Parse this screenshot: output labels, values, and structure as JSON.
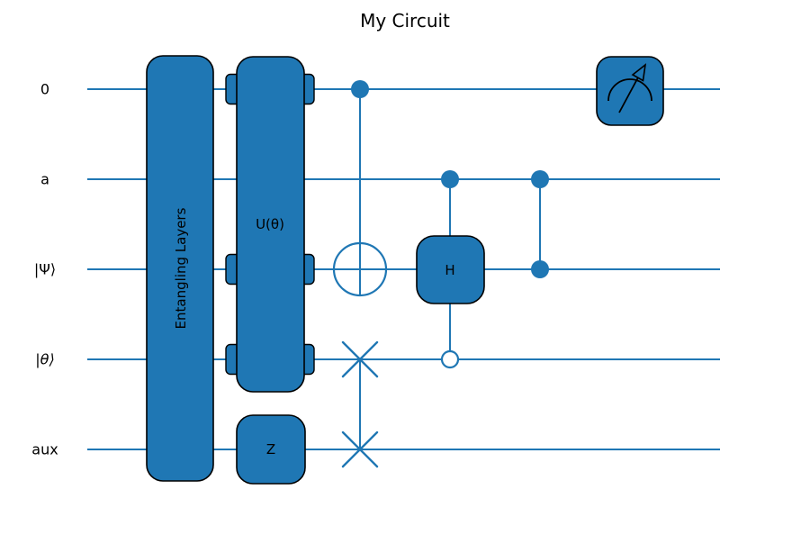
{
  "colors": {
    "accent": "#1f77b4",
    "outline": "#000000",
    "background": "#ffffff"
  },
  "circuit": {
    "title": "My Circuit",
    "wires": [
      {
        "label": "0"
      },
      {
        "label": "a"
      },
      {
        "label": "|Ψ⟩"
      },
      {
        "label": "|θ⟩"
      },
      {
        "label": "aux"
      }
    ],
    "gates": {
      "entangling": {
        "type": "multi-qubit-box",
        "label": "Entangling Layers",
        "wires": [
          "0",
          "a",
          "|Ψ⟩",
          "|θ⟩",
          "aux"
        ]
      },
      "u_theta": {
        "type": "multi-qubit-box",
        "label": "U(θ)",
        "wires": [
          "0",
          "|Ψ⟩",
          "|θ⟩"
        ]
      },
      "z": {
        "type": "single-qubit-box",
        "label": "Z",
        "wires": [
          "aux"
        ]
      },
      "cnot": {
        "type": "cnot",
        "control": "0",
        "target": "|Ψ⟩"
      },
      "swap": {
        "type": "swap",
        "wires": [
          "|θ⟩",
          "aux"
        ]
      },
      "controlled_h": {
        "type": "controlled-box",
        "label": "H",
        "target": "|Ψ⟩",
        "filled_control": "a",
        "open_control": "|θ⟩"
      },
      "cz": {
        "type": "cz",
        "controls": [
          "a",
          "|Ψ⟩"
        ]
      },
      "measurement": {
        "type": "measurement",
        "icon": "gauge-arrow-icon",
        "wire": "0"
      }
    }
  }
}
